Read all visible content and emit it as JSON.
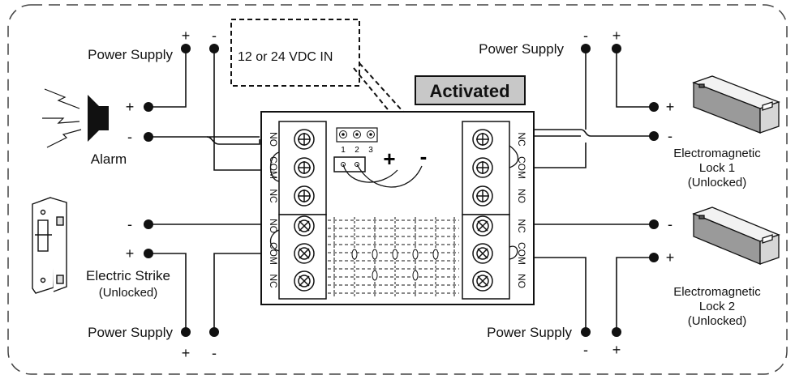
{
  "input_label": "12 or 24 VDC IN",
  "status_badge": "Activated",
  "polarity_plus": "+",
  "polarity_minus": "-",
  "jumper_numbers": [
    "1",
    "2",
    "3"
  ],
  "terminals": {
    "left_upper": [
      "NO",
      "COM",
      "NC"
    ],
    "left_lower": [
      "NO",
      "COM",
      "NC"
    ],
    "right_upper": [
      "NC",
      "COM",
      "NO"
    ],
    "right_lower": [
      "NC",
      "COM",
      "NO"
    ]
  },
  "devices": {
    "alarm": "Alarm",
    "strike_name": "Electric Strike",
    "strike_state": "(Unlocked)",
    "lock1_line1": "Electromagnetic",
    "lock1_line2": "Lock 1",
    "lock1_state": "(Unlocked)",
    "lock2_line1": "Electromagnetic",
    "lock2_line2": "Lock 2",
    "lock2_state": "(Unlocked)"
  },
  "power_supplies": {
    "top_left": "Power Supply",
    "top_right": "Power Supply",
    "bottom_left": "Power Supply",
    "bottom_right": "Power Supply"
  },
  "signs": {
    "plus": "+",
    "minus": "-"
  }
}
